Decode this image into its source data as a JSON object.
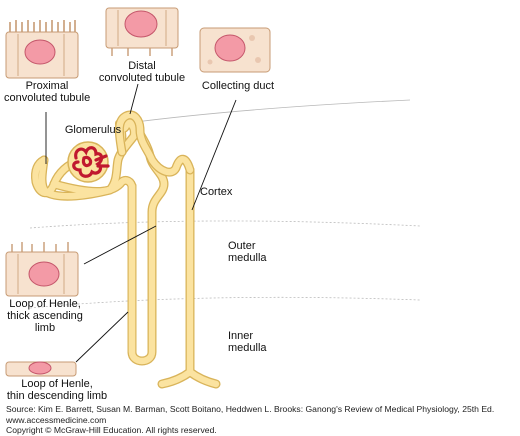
{
  "labels": {
    "proximal": [
      "Proximal",
      "convoluted tubule"
    ],
    "distal": [
      "Distal",
      "convoluted tubule"
    ],
    "collecting_duct": "Collecting duct",
    "glomerulus": "Glomerulus",
    "cortex": "Cortex",
    "outer_medulla": [
      "Outer",
      "medulla"
    ],
    "inner_medulla": [
      "Inner",
      "medulla"
    ],
    "thick_limb": [
      "Loop of Henle,",
      "thick ascending",
      "limb"
    ],
    "thin_limb": [
      "Loop of Henle,",
      "thin descending limb"
    ]
  },
  "footer": {
    "source": "Source: Kim E. Barrett, Susan M. Barman, Scott Boitano, Heddwen L. Brooks: Ganong's Review of Medical Physiology, 25th Ed.",
    "site": "www.accessmedicine.com",
    "copyright": "Copyright © McGraw-Hill Education.  All rights reserved."
  },
  "colors": {
    "tubule": "#fbe3a0",
    "tubule_outline": "#d9b45a",
    "cell": "#f7e2cf",
    "cell_outline": "#c79b74",
    "nucleus": "#f39aa6",
    "glomerulus": "#c0182f"
  }
}
